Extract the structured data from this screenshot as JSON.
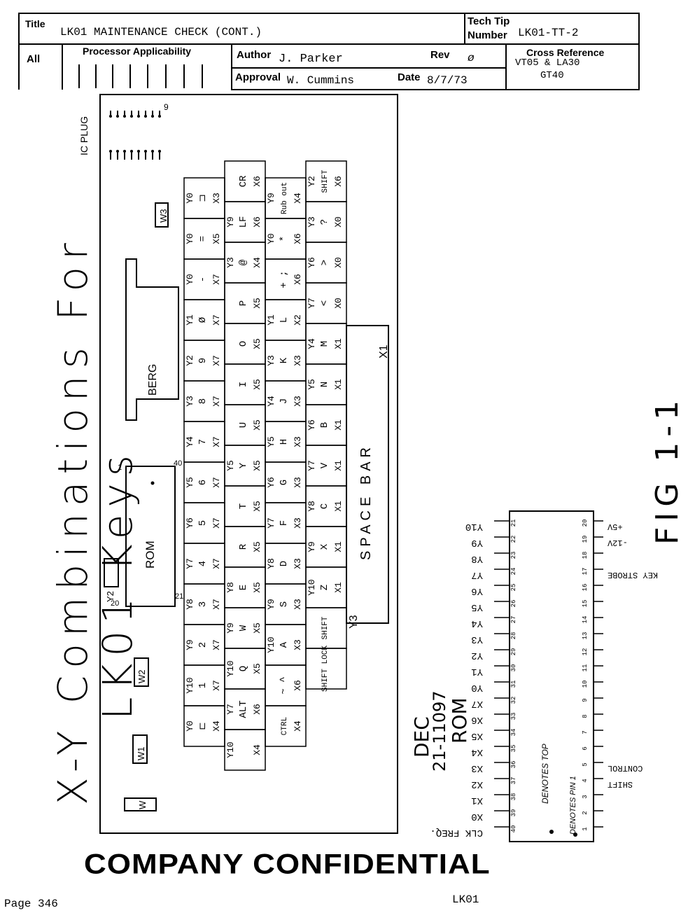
{
  "header": {
    "title_label": "Title",
    "title_value": "LK01 MAINTENANCE CHECK (CONT.)",
    "techtip_label_1": "Tech Tip",
    "techtip_label_2": "Number",
    "techtip_value": "LK01-TT-2",
    "all_label": "All",
    "processor_label": "Processor Applicability",
    "author_label": "Author",
    "author_value": "J. Parker",
    "rev_label": "Rev",
    "rev_value": "ø",
    "crossref_label": "Cross Reference",
    "crossref_value_1": "VT05 & LA30",
    "crossref_value_2": "GT40",
    "approval_label": "Approval",
    "approval_value": "W. Cummins",
    "date_label": "Date",
    "date_value": "8/7/73"
  },
  "diagram": {
    "heading_line_1": "X-Y Combinations For",
    "heading_line_2": "LK01 Keys",
    "fig_label": "FIG 1-1",
    "ic_plug_label": "IC PLUG",
    "plug_pin": "9",
    "berg_label": "BERG",
    "rom_label": "ROM",
    "rom_pin_1": "1",
    "rom_pin_20": "20",
    "rom_pin_21": "21",
    "rom_pin_40": "40",
    "jumpers": [
      "W3",
      "Y2",
      "W2",
      "W1",
      "W"
    ],
    "rom_chip_label_1": "DEC",
    "rom_chip_label_2": "21-11097",
    "rom_chip_label_3": "ROM",
    "denotes_top": "DENOTES TOP",
    "denotes_pin1": "DENOTES PIN 1",
    "space_bar": "SPACE BAR",
    "space_bar_code_x": "X1",
    "space_bar_code_y": "Y3",
    "left_pins": [
      {
        "sig": "Y10",
        "n": "21"
      },
      {
        "sig": "Y9",
        "n": "22"
      },
      {
        "sig": "Y8",
        "n": "23"
      },
      {
        "sig": "Y7",
        "n": "24"
      },
      {
        "sig": "Y6",
        "n": "25"
      },
      {
        "sig": "Y5",
        "n": "26"
      },
      {
        "sig": "Y4",
        "n": "27"
      },
      {
        "sig": "Y3",
        "n": "28"
      },
      {
        "sig": "Y2",
        "n": "29"
      },
      {
        "sig": "Y1",
        "n": "30"
      },
      {
        "sig": "Y0",
        "n": "31"
      },
      {
        "sig": "X7",
        "n": "32"
      },
      {
        "sig": "X6",
        "n": "33"
      },
      {
        "sig": "X5",
        "n": "34"
      },
      {
        "sig": "X4",
        "n": "35"
      },
      {
        "sig": "X3",
        "n": "36"
      },
      {
        "sig": "X2",
        "n": "37"
      },
      {
        "sig": "X1",
        "n": "38"
      },
      {
        "sig": "X0",
        "n": "39"
      },
      {
        "sig": "CLK FREQ.",
        "n": "40"
      }
    ],
    "right_pins": [
      {
        "sig": "+5V",
        "n": "20"
      },
      {
        "sig": "-12V",
        "n": "19"
      },
      {
        "sig": "",
        "n": "18"
      },
      {
        "sig": "KEY STROBE",
        "n": "17"
      },
      {
        "sig": "",
        "n": "16"
      },
      {
        "sig": "",
        "n": "15"
      },
      {
        "sig": "",
        "n": "14"
      },
      {
        "sig": "",
        "n": "13"
      },
      {
        "sig": "",
        "n": "12"
      },
      {
        "sig": "",
        "n": "11"
      },
      {
        "sig": "",
        "n": "10"
      },
      {
        "sig": "",
        "n": "9"
      },
      {
        "sig": "",
        "n": "8"
      },
      {
        "sig": "",
        "n": "7"
      },
      {
        "sig": "",
        "n": "6"
      },
      {
        "sig": "CONTROL",
        "n": "5"
      },
      {
        "sig": "SHIFT",
        "n": "4"
      },
      {
        "sig": "",
        "n": "3"
      },
      {
        "sig": "",
        "n": "2"
      },
      {
        "sig": "",
        "n": "1"
      }
    ],
    "key_columns": [
      [
        {
          "y": "Y0",
          "k": "⊐",
          "x": "X3"
        },
        {
          "y": "Y0",
          "k": "=",
          "x": "X5"
        },
        {
          "y": "Y0",
          "k": "-",
          "x": "X7"
        },
        {
          "y": "Y1",
          "k": "Ø",
          "x": "X7"
        },
        {
          "y": "Y2",
          "k": "9",
          "x": "X7"
        },
        {
          "y": "Y3",
          "k": "8",
          "x": "X7"
        },
        {
          "y": "Y4",
          "k": "7",
          "x": "X7"
        },
        {
          "y": "Y5",
          "k": "6",
          "x": "X7"
        },
        {
          "y": "Y6",
          "k": "5",
          "x": "X7"
        },
        {
          "y": "Y7",
          "k": "4",
          "x": "X7"
        },
        {
          "y": "Y8",
          "k": "3",
          "x": "X7"
        },
        {
          "y": "Y9",
          "k": "2",
          "x": "X7"
        },
        {
          "y": "Y10",
          "k": "1",
          "x": "X7"
        },
        {
          "y": "Y0",
          "k": "⊏",
          "x": "X4"
        }
      ],
      [
        {
          "y": "",
          "k": "CR",
          "x": "X6"
        },
        {
          "y": "Y9",
          "k": "LF",
          "x": "X6"
        },
        {
          "y": "Y3",
          "k": "@",
          "x": "X4"
        },
        {
          "y": "",
          "k": "P",
          "x": "X5"
        },
        {
          "y": "",
          "k": "O",
          "x": "X5"
        },
        {
          "y": "",
          "k": "I",
          "x": "X5"
        },
        {
          "y": "",
          "k": "U",
          "x": "X5"
        },
        {
          "y": "Y5",
          "k": "Y",
          "x": "X5"
        },
        {
          "y": "",
          "k": "T",
          "x": "X5"
        },
        {
          "y": "",
          "k": "R",
          "x": "X5"
        },
        {
          "y": "Y8",
          "k": "E",
          "x": "X5"
        },
        {
          "y": "Y9",
          "k": "W",
          "x": "X5"
        },
        {
          "y": "Y10",
          "k": "Q",
          "x": "X5"
        },
        {
          "y": "Y7",
          "k": "ALT",
          "x": "X6"
        },
        {
          "y": "Y10",
          "k": "",
          "x": "X4"
        }
      ],
      [
        {
          "y": "Y9",
          "k": "Rub out",
          "x": "X4"
        },
        {
          "y": "Y0",
          "k": "*",
          "x": "X6"
        },
        {
          "y": "",
          "k": "+ ;",
          "x": "X6"
        },
        {
          "y": "Y1",
          "k": "L",
          "x": "X2"
        },
        {
          "y": "Y3",
          "k": "K",
          "x": "X3"
        },
        {
          "y": "Y4",
          "k": "J",
          "x": "X3"
        },
        {
          "y": "Y5",
          "k": "H",
          "x": "X3"
        },
        {
          "y": "Y6",
          "k": "G",
          "x": "X3"
        },
        {
          "y": "Y7",
          "k": "F",
          "x": "X3"
        },
        {
          "y": "Y8",
          "k": "D",
          "x": "X3"
        },
        {
          "y": "Y9",
          "k": "S",
          "x": "X3"
        },
        {
          "y": "Y10",
          "k": "A",
          "x": "X3"
        },
        {
          "y": "",
          "k": "~ ^",
          "x": "X6"
        },
        {
          "y": "",
          "k": "CTRL",
          "x": "X4"
        }
      ],
      [
        {
          "y": "Y2",
          "k": "SHIFT",
          "x": "X6"
        },
        {
          "y": "Y3",
          "k": "?",
          "x": "X0"
        },
        {
          "y": "Y6",
          "k": ">",
          "x": "X0"
        },
        {
          "y": "Y7",
          "k": "<",
          "x": "X0"
        },
        {
          "y": "Y4",
          "k": "M",
          "x": "X1"
        },
        {
          "y": "Y5",
          "k": "N",
          "x": "X1"
        },
        {
          "y": "Y6",
          "k": "B",
          "x": "X1"
        },
        {
          "y": "Y7",
          "k": "V",
          "x": "X1"
        },
        {
          "y": "Y8",
          "k": "C",
          "x": "X1"
        },
        {
          "y": "Y9",
          "k": "X",
          "x": "X1"
        },
        {
          "y": "Y10",
          "k": "Z",
          "x": "X1"
        },
        {
          "y": "",
          "k": "SHIFT",
          "x": ""
        },
        {
          "y": "",
          "k": "SHIFT LOCK",
          "x": ""
        }
      ]
    ]
  },
  "confidential": "COMPANY CONFIDENTIAL",
  "footer": {
    "page": "Page 346",
    "doc": "LK01"
  }
}
